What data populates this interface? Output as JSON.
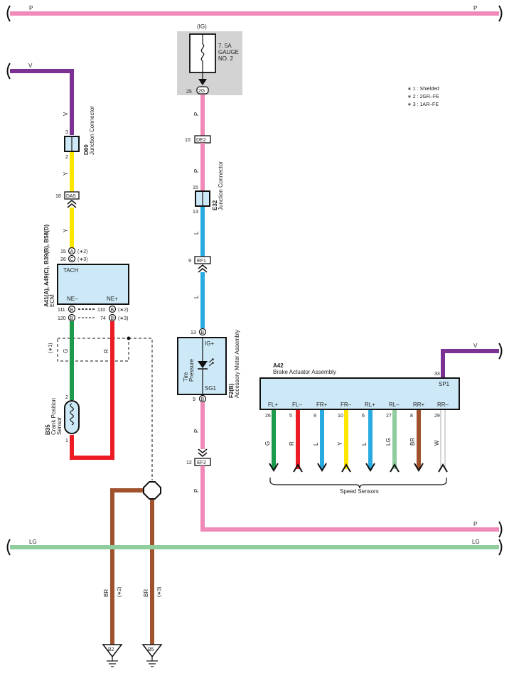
{
  "colors": {
    "P": "#f088b8",
    "V": "#7b3294",
    "Y": "#ffe600",
    "L": "#29abe2",
    "G": "#1a9a4a",
    "R": "#ed1c24",
    "BR": "#a0522d",
    "LG": "#8fcd9e",
    "W": "#ffffff"
  },
  "legend": {
    "items": [
      "∗ 1 : Shielded",
      "∗ 2 : 2GR–FE",
      "∗ 3 : 1AR–FE"
    ]
  },
  "bus": {
    "top_p_left": "P",
    "top_p_right": "P",
    "v_left": "V",
    "lg_left": "LG",
    "lg_right": "LG",
    "p_bottom_right": "P",
    "v_right": "V"
  },
  "fuse": {
    "ig": "(IG)",
    "name_line1": "7. 5A",
    "name_line2": "GAUGE",
    "name_line3": "NO. 2",
    "pin": "25",
    "connector": "2G"
  },
  "left_circuit": {
    "v_wire": "V",
    "d60_top_pin": "3",
    "d60_bottom_pin": "2",
    "d60_code": "D60",
    "d60_name": "Junction Connector",
    "y_wire_1": "Y",
    "da5_pin": "18",
    "da5": "DA5",
    "y_wire_2": "Y",
    "ecm_codes": "A41(A), A49(C), B39(B), B58(D)",
    "ecm_name": "ECM",
    "pin_15": "15",
    "pin_15_conn": "A",
    "pin_15_note": "(∗2)",
    "pin_26": "26",
    "pin_26_conn": "C",
    "pin_26_note": "(∗3)",
    "tach": "TACH",
    "ne_minus": "NE–",
    "ne_plus": "NE+",
    "pin_111": "111",
    "pin_111_conn": "B",
    "pin_120": "120",
    "pin_120_conn": "B",
    "pin_110": "110",
    "pin_110_conn": "B",
    "pin_110_note": "(∗2)",
    "pin_74": "74",
    "pin_74_conn": "B",
    "pin_74_note": "(∗3)",
    "shield_note": "(∗1)",
    "g_wire": "G",
    "r_wire": "R",
    "sensor_pin_top": "2",
    "sensor_pin_bottom": "1",
    "sensor_code": "B35",
    "sensor_name_1": "Crank Position",
    "sensor_name_2": "Sensor",
    "br_wire_1": "BR",
    "br_note_1": "(∗2)",
    "br_wire_2": "BR",
    "br_note_2": "(∗3)",
    "ground_1": "B2",
    "ground_2": "B5"
  },
  "middle_circuit": {
    "p_wire_1": "P",
    "de2_pin": "10",
    "de2": "DE2",
    "p_wire_2": "P",
    "e32_top_pin": "15",
    "e32_bottom_pin": "13",
    "e32_code": "E32",
    "e32_name": "Junction Connector",
    "l_wire_1": "L",
    "ef1_pin": "9",
    "ef1": "EF1",
    "l_wire_2": "L",
    "meter_pin_top": "13",
    "meter_pin_top_conn": "B",
    "meter_ig": "IG+",
    "meter_sg": "SG1",
    "meter_tp_1": "Tire",
    "meter_tp_2": "Pressure",
    "meter_pin_bottom": "9",
    "meter_pin_bottom_conn": "B",
    "meter_code": "F2(B)",
    "meter_name": "Accessory Meter Assembly",
    "p_wire_3": "P",
    "ef2_pin": "12",
    "ef2": "EF2",
    "p_wire_4": "P"
  },
  "brake": {
    "code": "A42",
    "name": "Brake Actuator Assembly",
    "sp1_pin": "33",
    "sp1": "SP1",
    "terminals": [
      {
        "label": "FL+",
        "pin": "26",
        "wire": "G"
      },
      {
        "label": "FL–",
        "pin": "5",
        "wire": "R"
      },
      {
        "label": "FR+",
        "pin": "9",
        "wire": "L"
      },
      {
        "label": "FR–",
        "pin": "10",
        "wire": "Y"
      },
      {
        "label": "RL+",
        "pin": "6",
        "wire": "L"
      },
      {
        "label": "RL–",
        "pin": "27",
        "wire": "LG"
      },
      {
        "label": "RR+",
        "pin": "8",
        "wire": "BR"
      },
      {
        "label": "RR–",
        "pin": "29",
        "wire": "W"
      }
    ],
    "speed_sensors": "Speed Sensors"
  }
}
